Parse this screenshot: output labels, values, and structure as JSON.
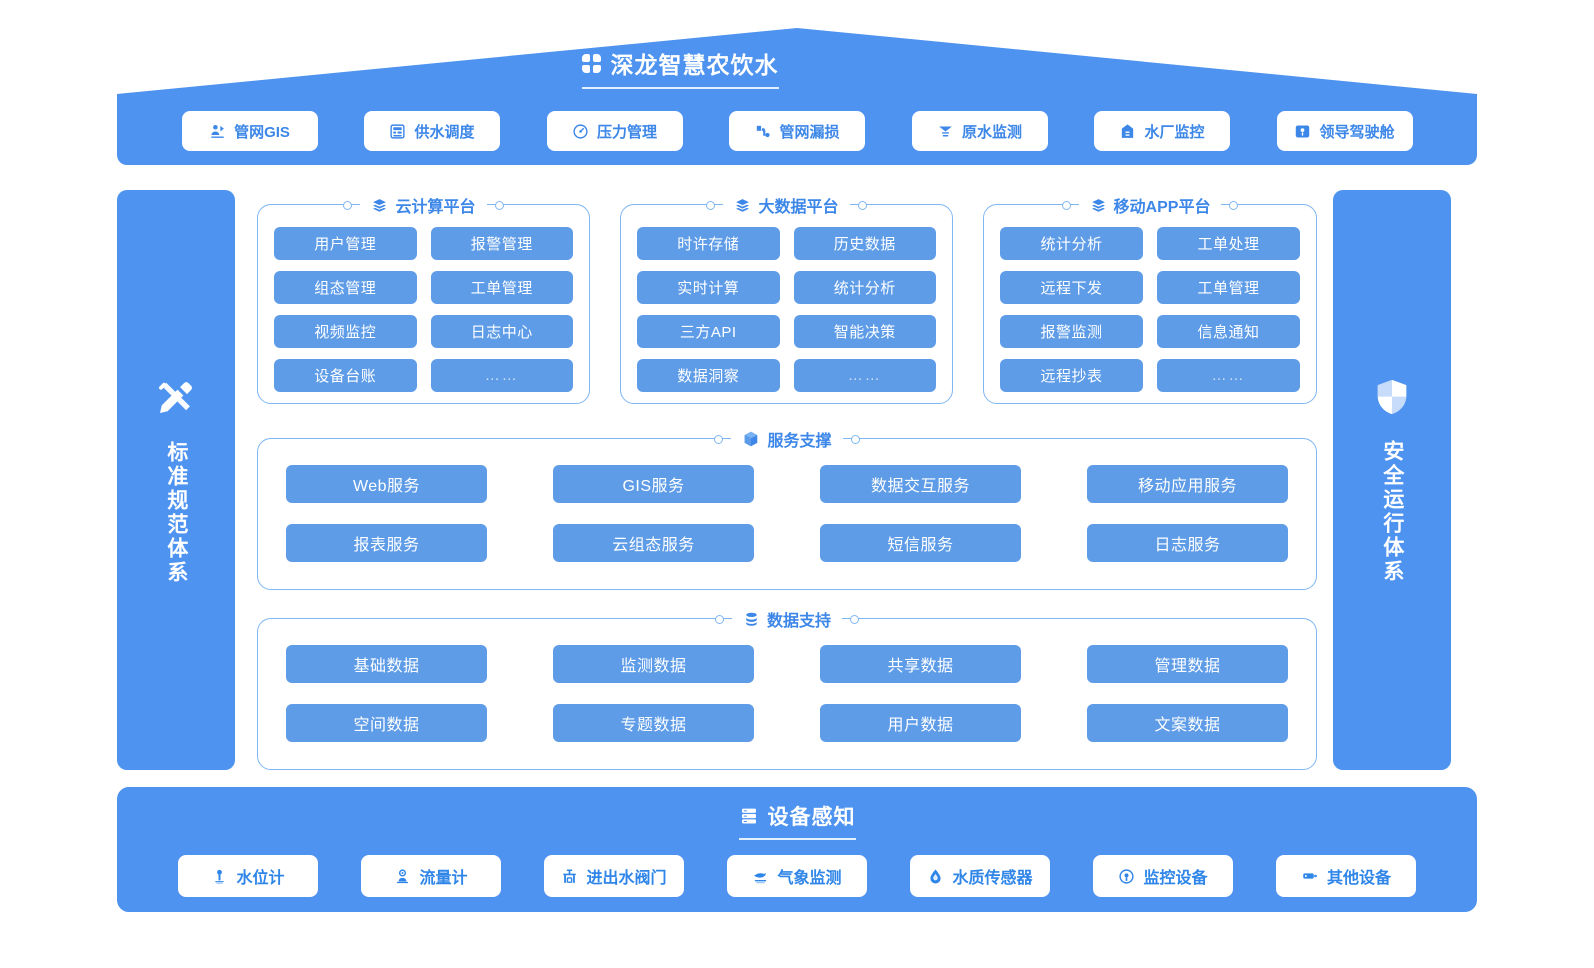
{
  "header": {
    "title": "深龙智慧农饮水",
    "logo_icon": "four-dot-grid-icon",
    "nav": [
      {
        "label": "管网GIS",
        "icon": "pipe-network-gis-icon"
      },
      {
        "label": "供水调度",
        "icon": "water-supply-dispatch-icon"
      },
      {
        "label": "压力管理",
        "icon": "pressure-gauge-icon"
      },
      {
        "label": "管网漏损",
        "icon": "pipe-leakage-icon"
      },
      {
        "label": "原水监测",
        "icon": "raw-water-monitor-icon"
      },
      {
        "label": "水厂监控",
        "icon": "waterworks-monitor-icon"
      },
      {
        "label": "领导驾驶舱",
        "icon": "leader-cockpit-icon"
      }
    ]
  },
  "pillars": {
    "left": {
      "label": "标准规范体系",
      "icon": "ruler-pencil-icon"
    },
    "right": {
      "label": "安全运行体系",
      "icon": "shield-icon"
    }
  },
  "platforms": [
    {
      "title": "云计算平台",
      "icon": "layers-icon",
      "tiles": [
        "用户管理",
        "报警管理",
        "组态管理",
        "工单管理",
        "视频监控",
        "日志中心",
        "设备台账",
        "……"
      ]
    },
    {
      "title": "大数据平台",
      "icon": "layers-icon",
      "tiles": [
        "时许存储",
        "历史数据",
        "实时计算",
        "统计分析",
        "三方API",
        "智能决策",
        "数据洞察",
        "……"
      ]
    },
    {
      "title": "移动APP平台",
      "icon": "layers-icon",
      "tiles": [
        "统计分析",
        "工单处理",
        "远程下发",
        "工单管理",
        "报警监测",
        "信息通知",
        "远程抄表",
        "……"
      ]
    }
  ],
  "service_support": {
    "title": "服务支撑",
    "icon": "cube-icon",
    "tiles": [
      "Web服务",
      "GIS服务",
      "数据交互服务",
      "移动应用服务",
      "报表服务",
      "云组态服务",
      "短信服务",
      "日志服务"
    ]
  },
  "data_support": {
    "title": "数据支持",
    "icon": "database-icon",
    "tiles": [
      "基础数据",
      "监测数据",
      "共享数据",
      "管理数据",
      "空间数据",
      "专题数据",
      "用户数据",
      "文案数据"
    ]
  },
  "device_sensing": {
    "title": "设备感知",
    "icon": "server-stack-icon",
    "devices": [
      {
        "label": "水位计",
        "icon": "water-level-gauge-icon"
      },
      {
        "label": "流量计",
        "icon": "flow-meter-icon"
      },
      {
        "label": "进出水阀门",
        "icon": "valve-icon"
      },
      {
        "label": "气象监测",
        "icon": "weather-monitor-icon"
      },
      {
        "label": "水质传感器",
        "icon": "water-quality-sensor-icon"
      },
      {
        "label": "监控设备",
        "icon": "camera-icon"
      },
      {
        "label": "其他设备",
        "icon": "other-device-icon"
      }
    ]
  },
  "colors": {
    "brand_blue": "#4e93ef",
    "tile_blue": "#5e9ce8",
    "panel_border": "#7eb6f2",
    "text_blue": "#3d87e8",
    "white": "#ffffff"
  }
}
